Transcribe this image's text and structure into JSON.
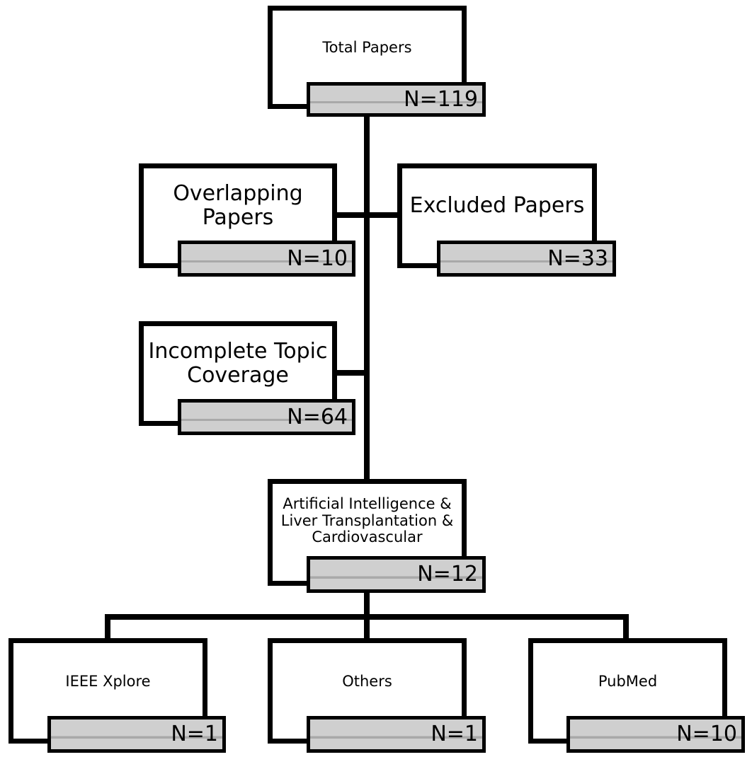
{
  "nodes": {
    "total": {
      "label": "Total Papers",
      "count": "N=119"
    },
    "overlapping": {
      "label": "Overlapping\nPapers",
      "count": "N=10"
    },
    "excluded": {
      "label": "Excluded Papers",
      "count": "N=33"
    },
    "incomplete": {
      "label": "Incomplete Topic\nCoverage",
      "count": "N=64"
    },
    "ai_liver": {
      "label": "Artificial Intelligence &\nLiver Transplantation &\nCardiovascular",
      "count": "N=12"
    },
    "ieee": {
      "label": "IEEE Xplore",
      "count": "N=1"
    },
    "others": {
      "label": "Others",
      "count": "N=1"
    },
    "pubmed": {
      "label": "PubMed",
      "count": "N=10"
    }
  }
}
